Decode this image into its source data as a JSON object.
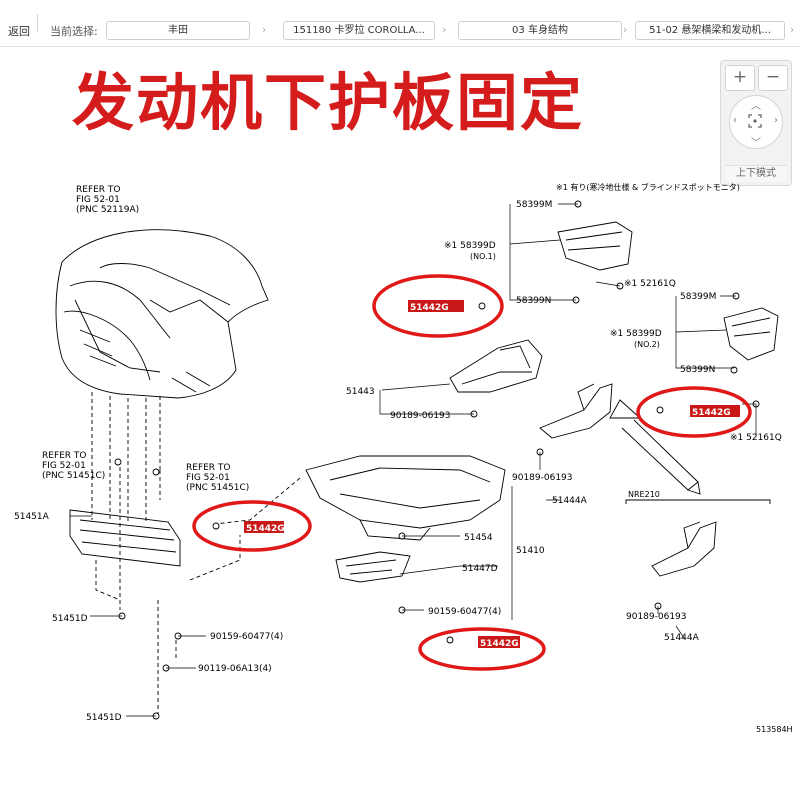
{
  "nav": {
    "back": "返回",
    "current_label": "当前选择:",
    "crumbs": [
      "丰田",
      "151180 卡罗拉 COROLLA...",
      "03 车身结构",
      "51-02 悬架横梁和发动机..."
    ]
  },
  "title": "发动机下护板固定",
  "controls": {
    "zoom_in": "+",
    "zoom_out": "−",
    "mode": "上下模式"
  },
  "figure_id": "513584H",
  "refers": [
    {
      "line1": "REFER TO",
      "line2": "FIG 52-01",
      "line3": "(PNC 52119A)"
    },
    {
      "line1": "REFER TO",
      "line2": "FIG 52-01",
      "line3": "(PNC 51451C)"
    },
    {
      "line1": "REFER TO",
      "line2": "FIG 52-01",
      "line3": "(PNC 51451C)"
    }
  ],
  "note_1": "※1 有り(寒冷地仕様 & ブラインドスポットモニタ)",
  "variant": "NRE210",
  "part_labels": {
    "p58399M_a": "58399M",
    "p58399D_a": "※1 58399D",
    "no1": "(NO.1)",
    "p58399N_a": "58399N",
    "p52161Q_a": "※1 52161Q",
    "p58399M_b": "58399M",
    "p58399D_b": "※1 58399D",
    "no2": "(NO.2)",
    "p58399N_b": "58399N",
    "p52161Q_b": "※1 52161Q",
    "p51443": "51443",
    "p90189_a": "90189-06193",
    "p90189_b": "90189-06193",
    "p51444A_a": "51444A",
    "p90189_c": "90189-06193",
    "p51444A_b": "51444A",
    "p51451A": "51451A",
    "p51451D_a": "51451D",
    "p90159_a": "90159-60477(4)",
    "p90119": "90119-06A13(4)",
    "p51451D_b": "51451D",
    "p51454": "51454",
    "p51410": "51410",
    "p51447D": "51447D",
    "p90159_b": "90159-60477(4)"
  },
  "highlight_label": "51442G"
}
